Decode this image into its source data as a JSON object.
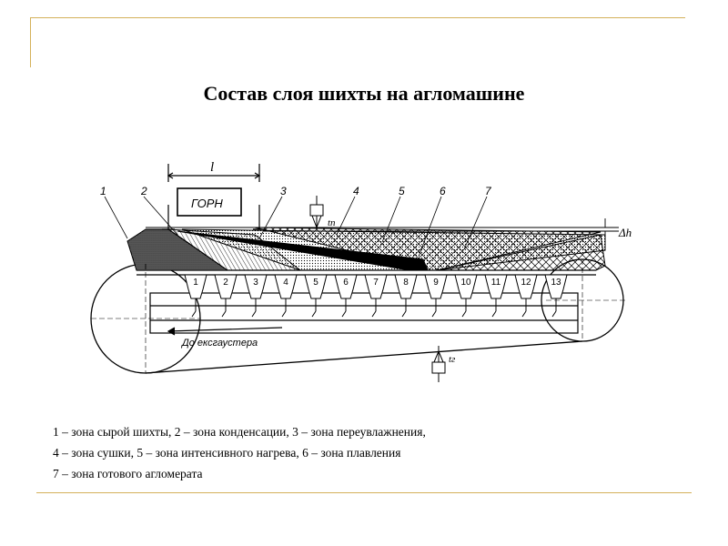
{
  "title": "Состав слоя шихты на агломашине",
  "diagram": {
    "gorn_label": "ГОРН",
    "length_label": "l",
    "dh_label": "Δh",
    "tn_label": "tп",
    "tr_label": "tг",
    "exhaust_label": "До ексгаустера",
    "callouts": [
      "1",
      "2",
      "3",
      "4",
      "5",
      "6",
      "7"
    ],
    "chambers": [
      "1",
      "2",
      "3",
      "4",
      "5",
      "6",
      "7",
      "8",
      "9",
      "10",
      "11",
      "12",
      "13"
    ]
  },
  "legend": [
    "1 – зона сырой шихты, 2 – зона конденсации, 3 – зона переувлажнения,",
    "4 – зона сушки, 5 – зона интенсивного нагрева, 6 – зона плавления",
    "7 – зона готового агломерата"
  ],
  "colors": {
    "frame": "#d4b15a",
    "ink": "#000000"
  }
}
